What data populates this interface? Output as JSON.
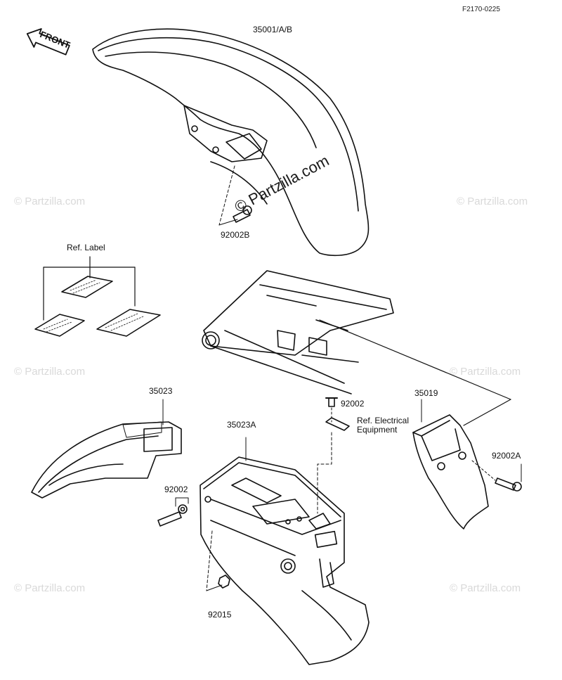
{
  "diagram_code": "F2170-0225",
  "watermark": "© Partzilla.com",
  "front_arrow_label": "FRONT",
  "parts": {
    "front_fender": "35001/A/B",
    "bolt_front_fender": "92002B",
    "ref_label": "Ref. Label",
    "rear_flap": "35023",
    "bolt_upper": "92002",
    "ref_electrical": "Ref. Electrical\nEquipment",
    "rear_fender": "35023A",
    "bracket": "35019",
    "bolt_bracket": "92002A",
    "bolt_left": "92002",
    "nut": "92015"
  }
}
